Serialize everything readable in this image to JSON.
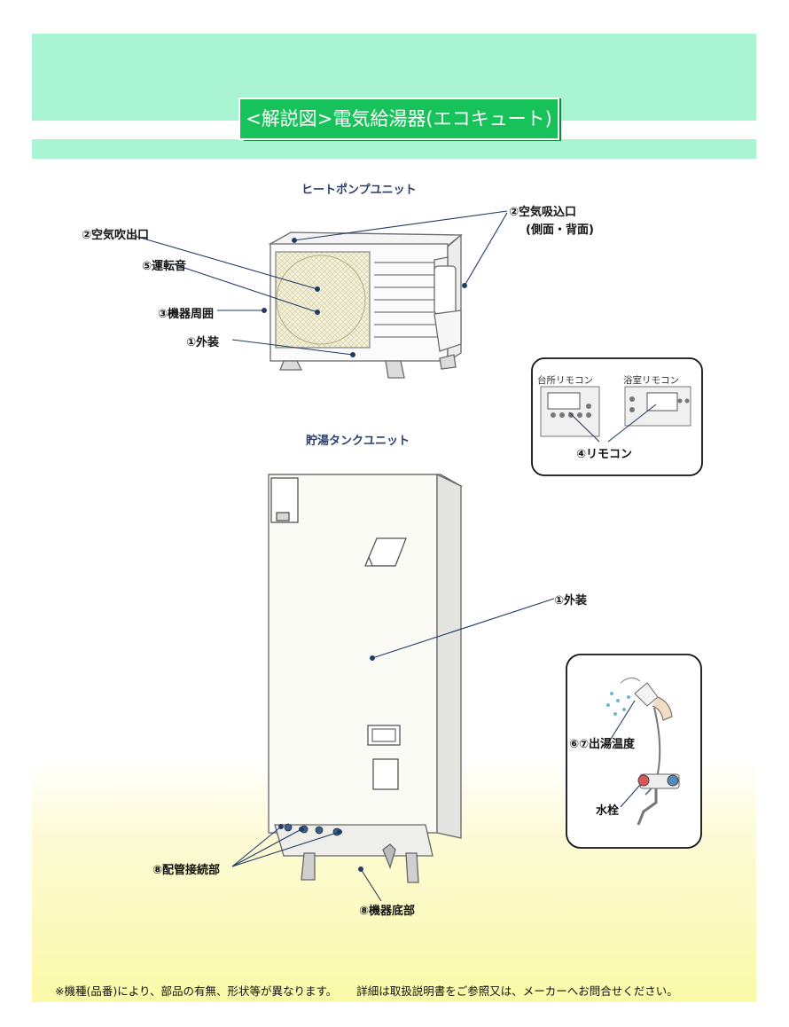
{
  "title": "<解説図>電気給湯器(エコキュート)",
  "sections": {
    "heat_pump": "ヒートポンプユニット",
    "tank": "貯湯タンクユニット"
  },
  "heat_pump_labels": {
    "air_outlet": "②空気吹出口",
    "operating_noise": "⑤運転音",
    "surroundings": "③機器周囲",
    "exterior": "①外装",
    "air_inlet": "②空気吸込口",
    "air_inlet_note": "(側面・背面)"
  },
  "remote": {
    "kitchen": "台所リモコン",
    "bathroom": "浴室リモコン",
    "label": "④リモコン"
  },
  "tank_labels": {
    "exterior": "①外装",
    "piping": "⑧配管接続部",
    "base": "⑧機器底部"
  },
  "faucet": {
    "temperature": "⑥⑦出湯温度",
    "tap": "水栓"
  },
  "footnote": {
    "part1": "※機種(品番)により、部品の有無、形状等が異なります。",
    "part2": "詳細は取扱説明書をご参照又は、メーカーへお問合せください。"
  }
}
